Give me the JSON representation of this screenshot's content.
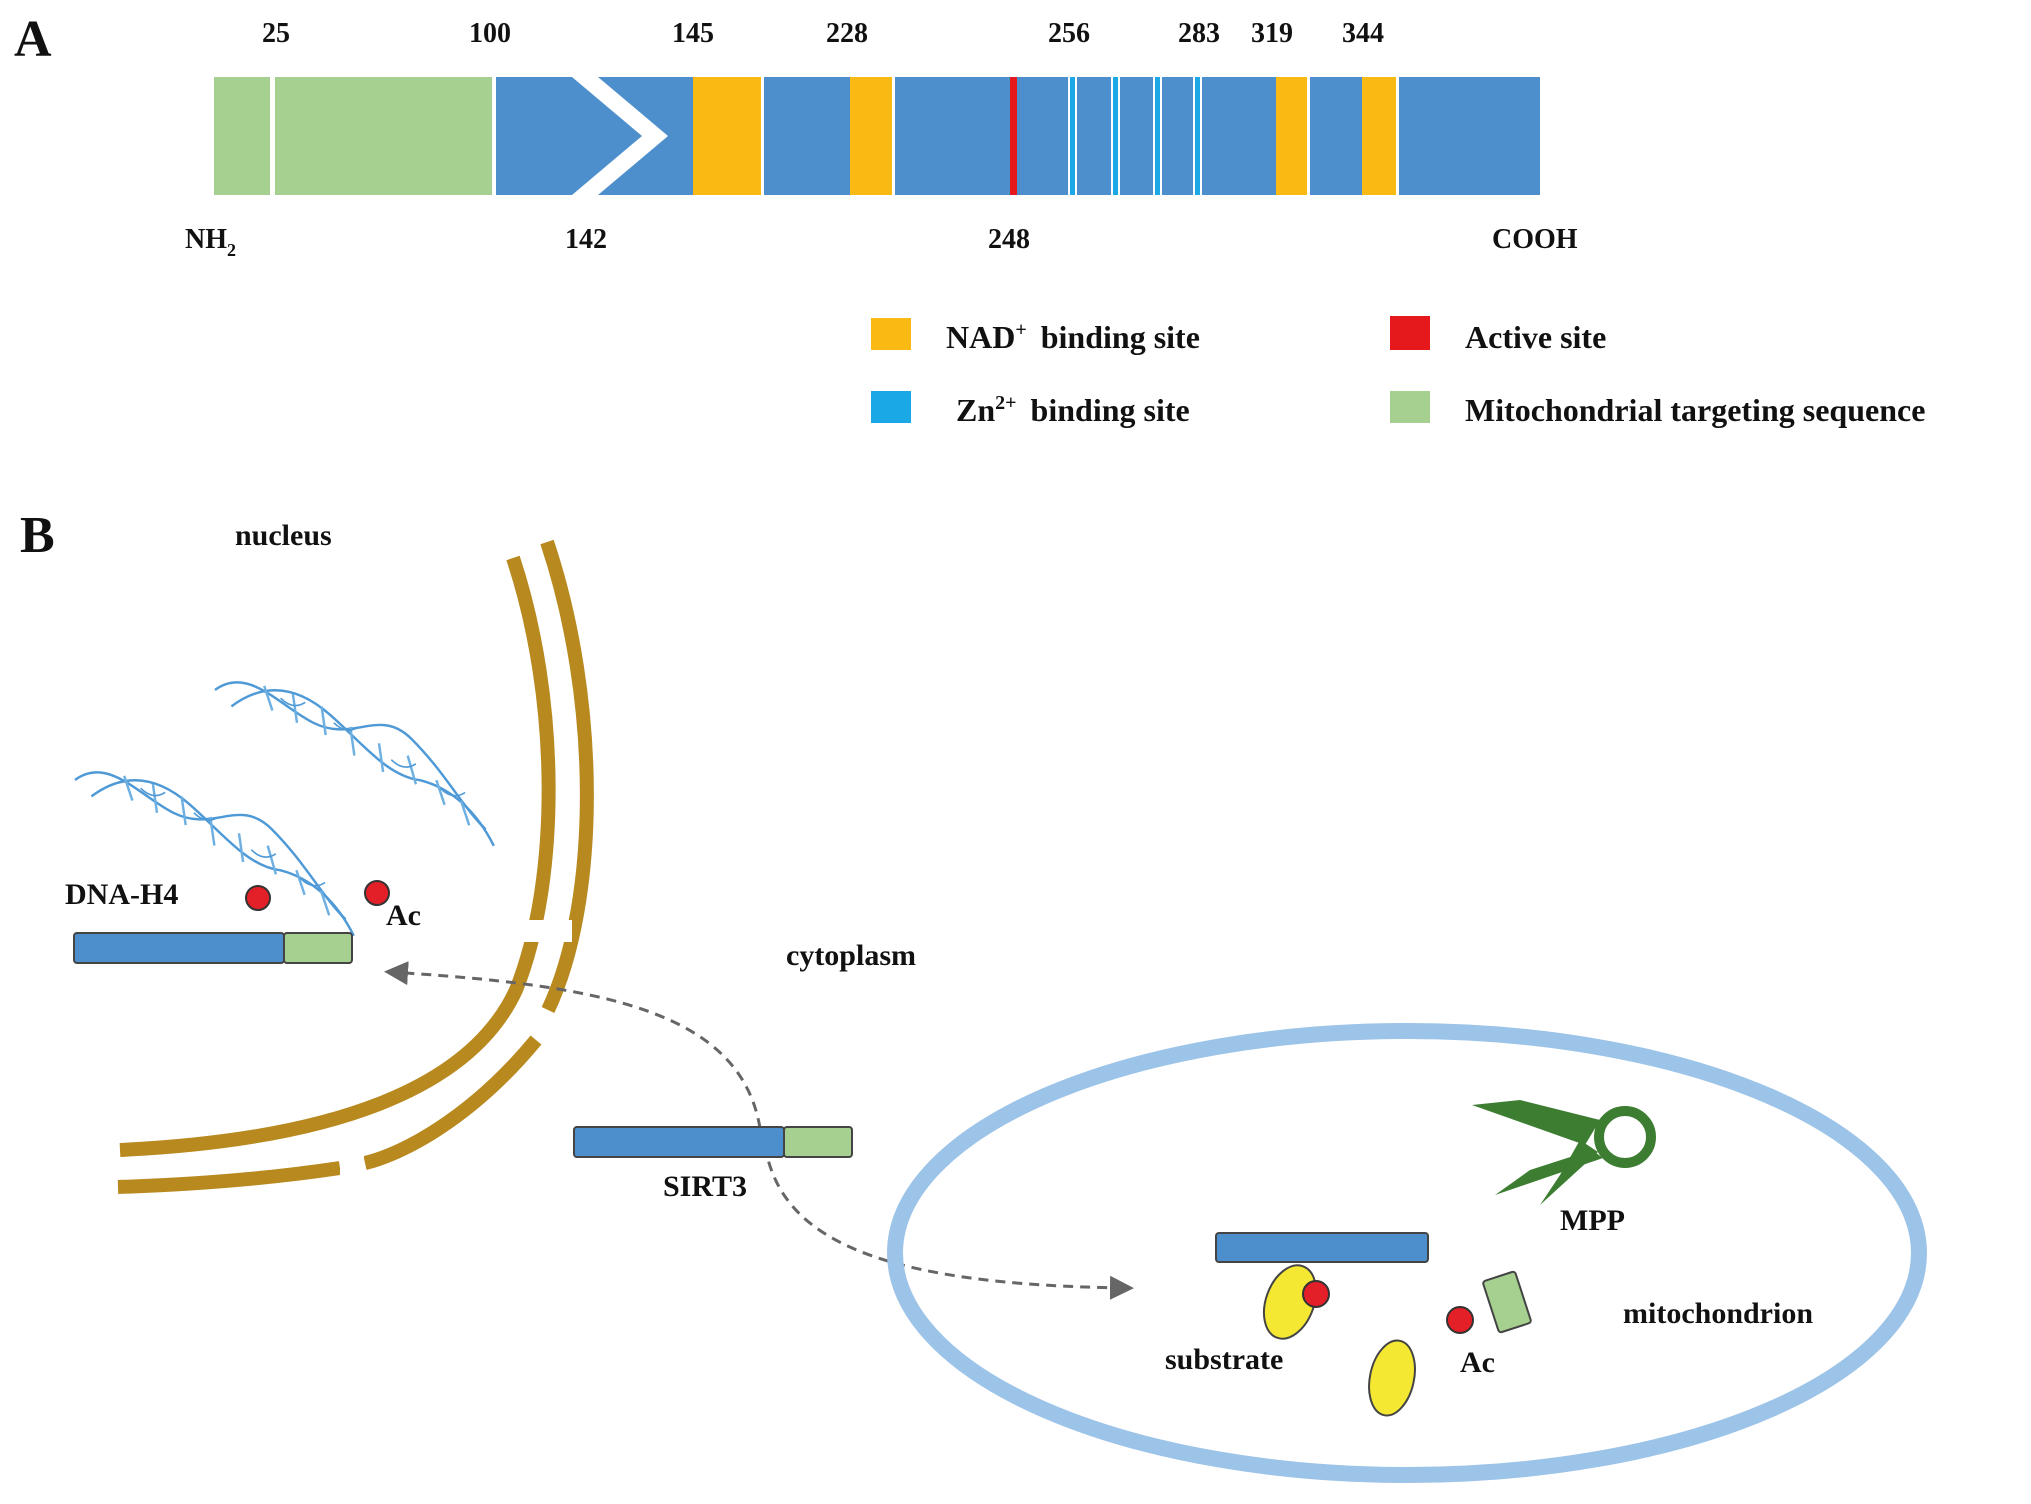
{
  "panelA": {
    "label": "A",
    "top_numbers": [
      "25",
      "100",
      "145",
      "228",
      "256",
      "283",
      "319",
      "344"
    ],
    "bottom_numbers": [
      "142",
      "248"
    ],
    "nh2_main": "NH",
    "nh2_sub": "2",
    "cooh": "COOH",
    "legend": {
      "nad_main": "NAD",
      "nad_sup": "+",
      "nad_rest": "binding site",
      "zn_main": "Zn",
      "zn_sup": "2+",
      "zn_rest": "binding site",
      "active": "Active  site",
      "mts": "Mitochondrial  targeting  sequence"
    }
  },
  "panelB": {
    "label": "B",
    "nucleus": "nucleus",
    "cytoplasm": "cytoplasm",
    "dna_h4": "DNA-H4",
    "ac_nucleus": "Ac",
    "sirt3": "SIRT3",
    "mpp": "MPP",
    "mitochondrion": "mitochondrion",
    "substrate": "substrate",
    "ac_mito": "Ac"
  },
  "colors": {
    "protein_blue": "#4d8fcd",
    "mts_green": "#a6d08f",
    "nad_yellow": "#fbb913",
    "zn_cyan": "#1aa9e6",
    "active_red": "#e5191c",
    "membrane_gold": "#b8891e",
    "mito_membrane": "#9cc3e8",
    "scissors_green": "#3d7d32",
    "substrate_yellow": "#f5e833",
    "ac_red": "#e32028"
  }
}
